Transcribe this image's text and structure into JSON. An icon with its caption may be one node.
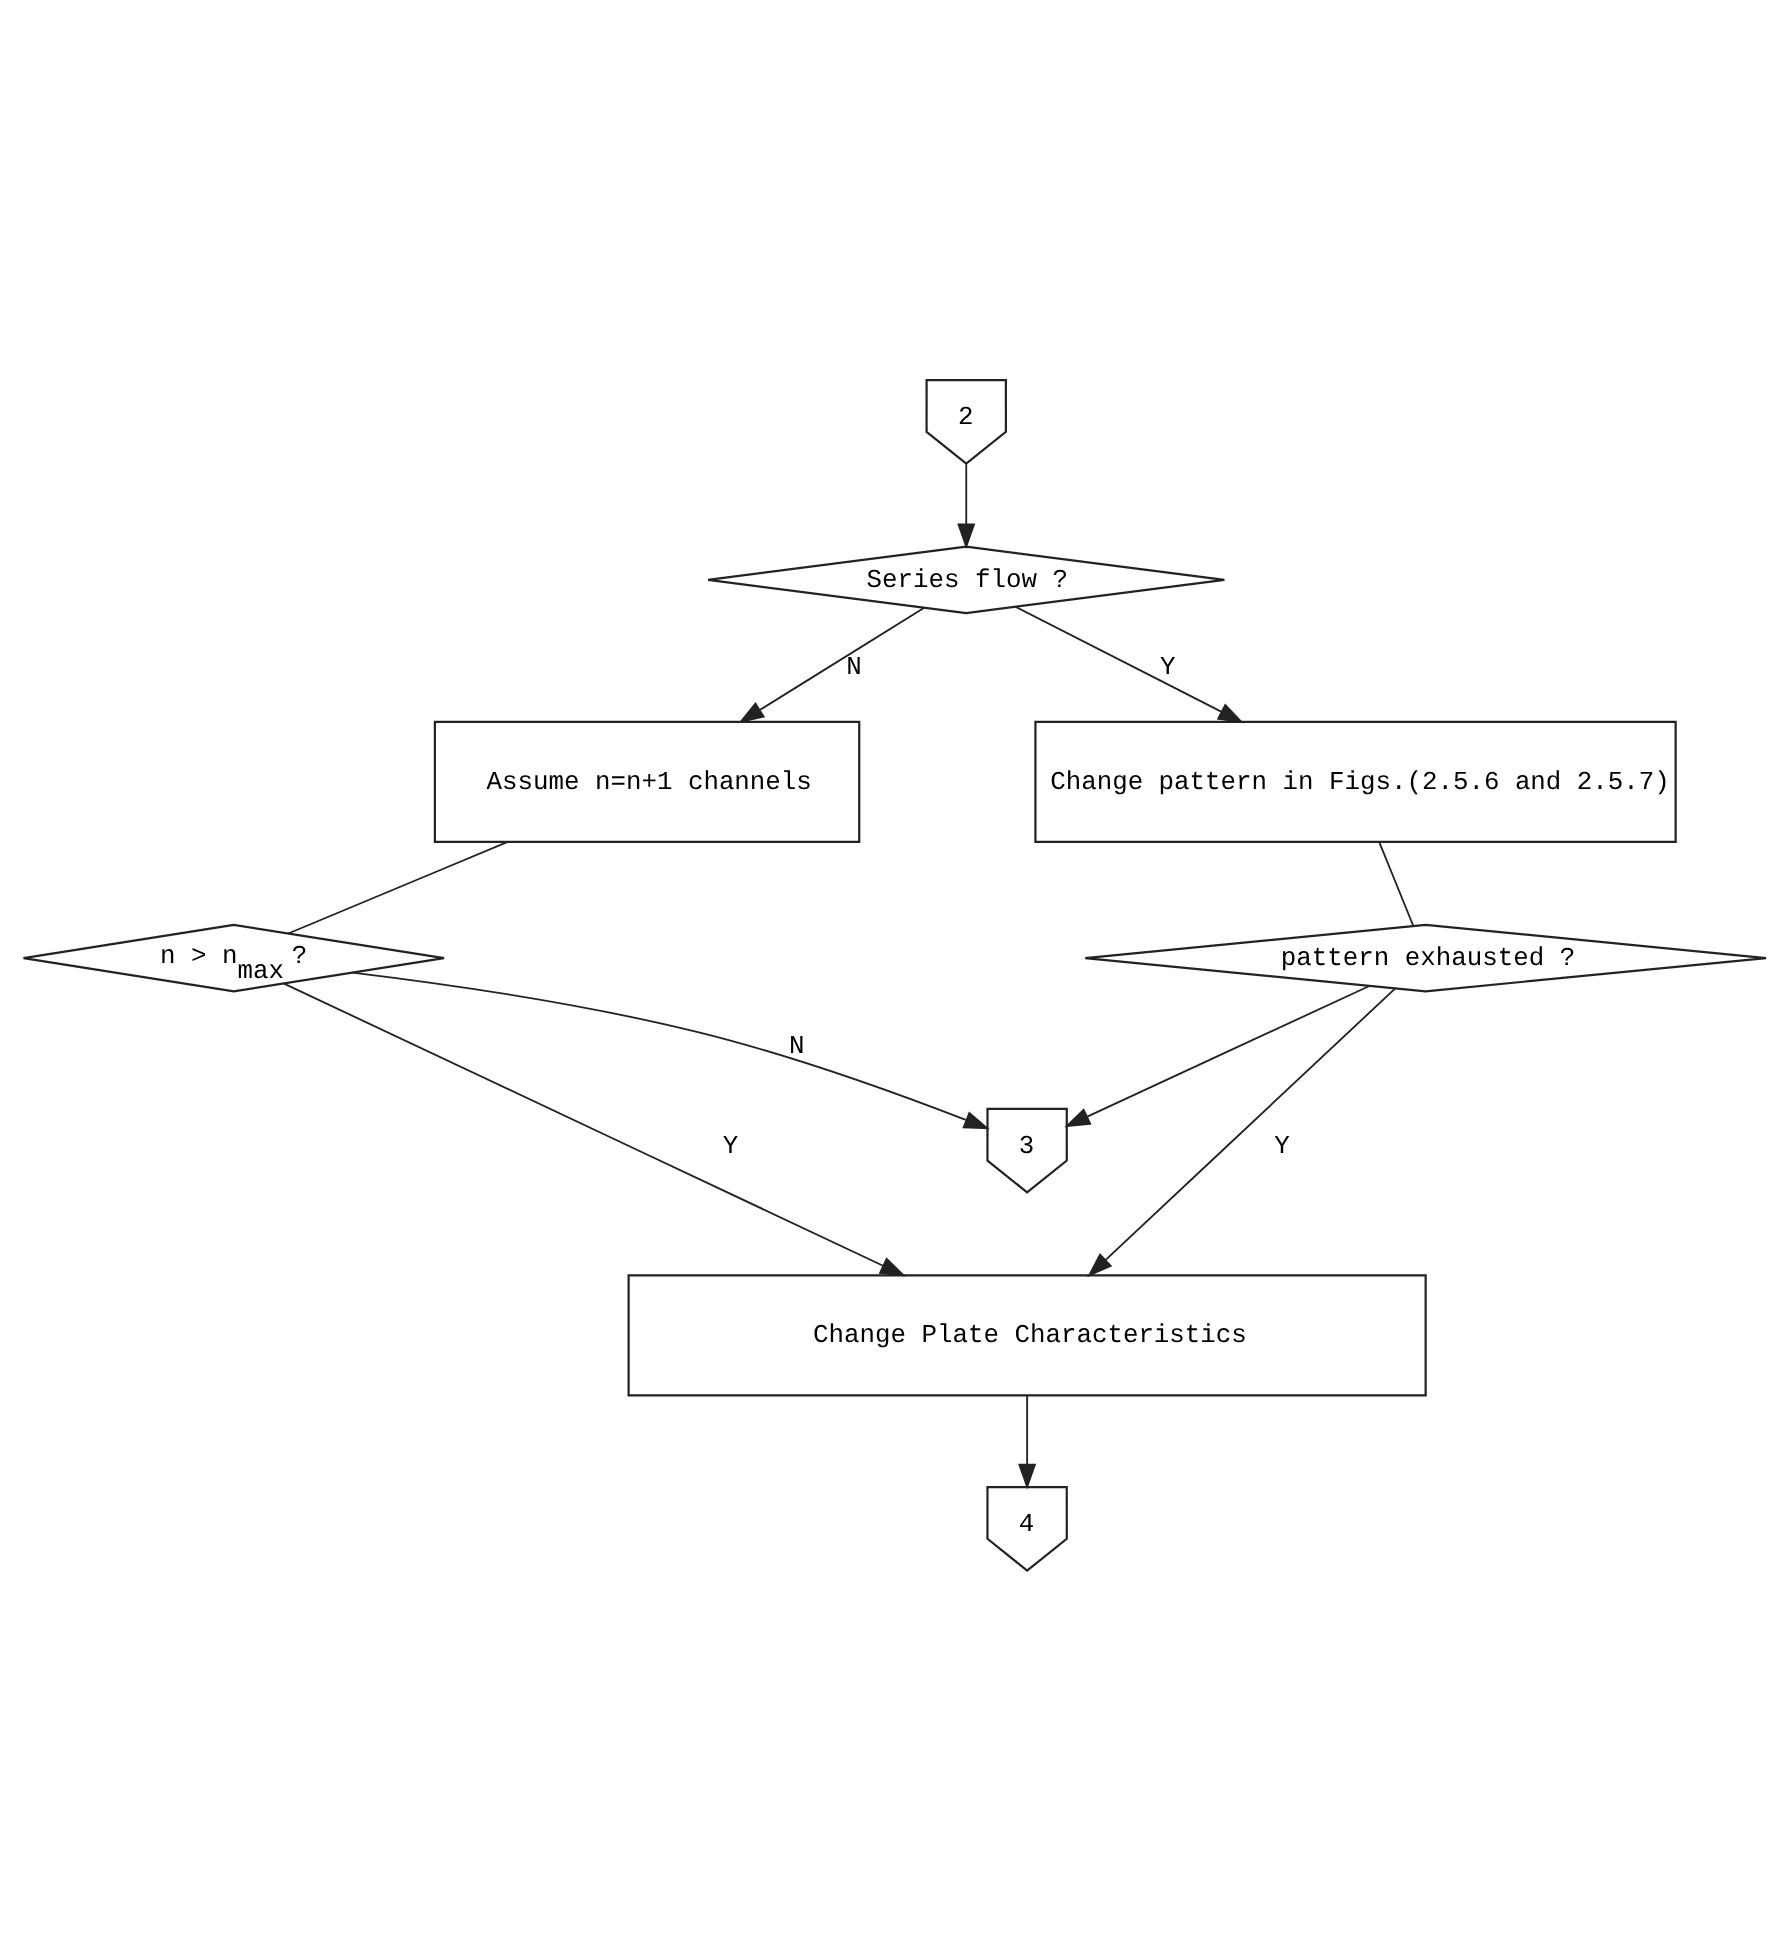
{
  "diagram": {
    "nodes": [
      {
        "text": [
          "2"
        ]
      },
      {
        "text": [
          "Series flow ?"
        ]
      },
      {
        "text": [
          "Assume n=n+1 channels"
        ]
      },
      {
        "text": [
          "Change pattern in Figs.(2.5.6 and 2.5.7)"
        ]
      },
      {
        "text": [
          "n > n$_{max}$ ?"
        ]
      },
      {
        "text": [
          "pattern exhausted ?"
        ]
      },
      {
        "text": [
          "3"
        ]
      },
      {
        "text": [
          "Change Plate Characteristics"
        ]
      },
      {
        "text": [
          "4"
        ]
      }
    ],
    "edges": [
      {
        "from": 0,
        "to": 1,
        "arrow": "to"
      },
      {
        "from": 1,
        "to": 3,
        "arrow": "to",
        "label": "Y"
      },
      {
        "from": 1,
        "to": 2,
        "arrow": "to",
        "label": "N"
      },
      {
        "from": 2,
        "to": 4,
        "arrow": "none"
      },
      {
        "from": 3,
        "to": 5,
        "arrow": "none"
      },
      {
        "from": 4,
        "to": 6,
        "arrow": "to",
        "label": "N"
      },
      {
        "from": 5,
        "to": 6,
        "arrow": "to"
      },
      {
        "from": 4,
        "to": 7,
        "arrow": "to",
        "label": "Y"
      },
      {
        "from": 5,
        "to": 7,
        "arrow": "to",
        "label": "Y"
      },
      {
        "from": 7,
        "to": 8,
        "arrow": "to"
      }
    ]
  }
}
